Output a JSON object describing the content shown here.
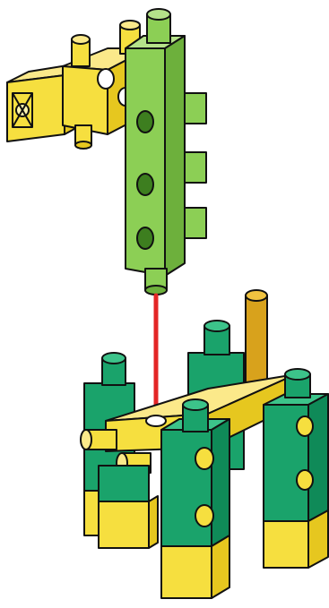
{
  "colors": {
    "background": "#ffffff",
    "brick_green": "#8ccf55",
    "brick_green_dark": "#6db03c",
    "brick_teal": "#1aa36b",
    "brick_teal_dark": "#0f8a58",
    "brick_yellow": "#f6df3f",
    "brick_yellow_dark": "#e6c71f",
    "axle_gold": "#d8a21c",
    "guide_line": "#e32626",
    "outline": "#111111"
  },
  "illustration": {
    "kind": "assembly-step",
    "parts": [
      "neck-assembly",
      "body-assembly"
    ],
    "guide": "neck-pin-into-body-hole"
  }
}
